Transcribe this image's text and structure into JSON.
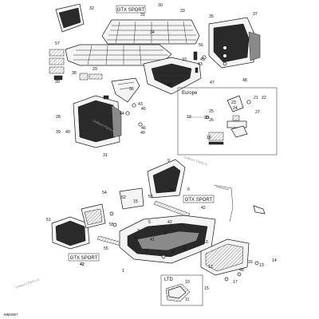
{
  "labels": {
    "gtx_top": "GTX SPORT",
    "gtx_right": "GTX SPORT",
    "gtx_left": "GTX SPORT",
    "europe": "Europe",
    "ltd": "LTD",
    "drawing_id": "MMS007"
  },
  "callouts_top": [
    "32",
    "30",
    "33",
    "31",
    "34",
    "35",
    "37",
    "57",
    "29",
    "33",
    "38",
    "39",
    "56",
    "45",
    "44",
    "43",
    "47",
    "36",
    "46",
    "31",
    "28",
    "40",
    "45",
    "46",
    "39",
    "40",
    "43",
    "48"
  ],
  "callouts_europe": [
    "23",
    "24",
    "25",
    "26",
    "27",
    "21",
    "22",
    "18",
    "19",
    "20"
  ],
  "callouts_bottom": [
    "9",
    "54",
    "50",
    "53",
    "52",
    "55",
    "51",
    "7",
    "6",
    "42",
    "15",
    "3",
    "41",
    "53",
    "5",
    "1",
    "10",
    "11",
    "48",
    "12",
    "4",
    "2",
    "16",
    "17",
    "13",
    "14",
    "55",
    "8",
    "42"
  ],
  "callouts_ltd": [
    "10",
    "11"
  ],
  "callouts_ltd_side": [
    "15"
  ],
  "gtx_right_num": "42",
  "gtx_left_num": "42",
  "watermarks": [
    "Unikum Parts.ru",
    "Unikum Parts.ru",
    "Unikum Parts.ru"
  ],
  "colors": {
    "line": "#1a1a1a",
    "background": "#ffffff",
    "fill": "#f4f4f4"
  }
}
